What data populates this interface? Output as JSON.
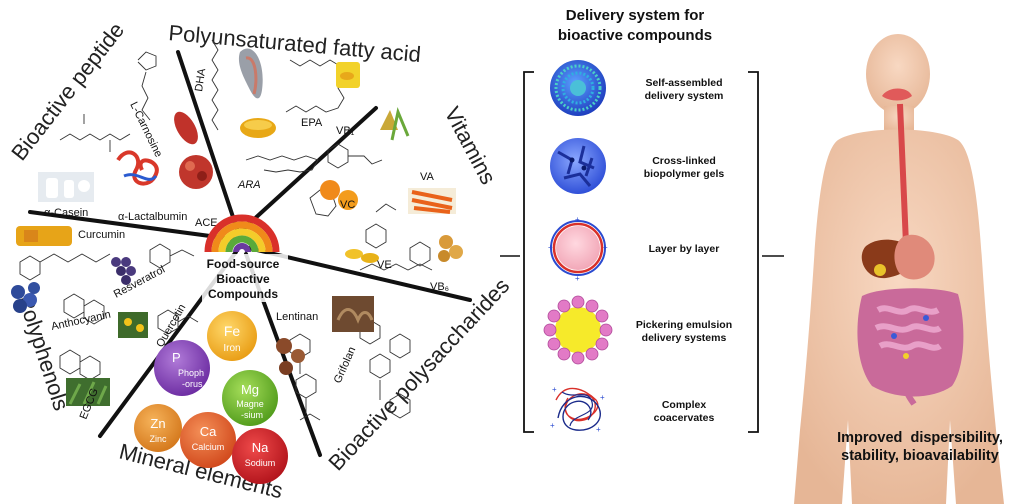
{
  "wheel": {
    "center": [
      "Food-source",
      "Bioactive",
      "Compounds"
    ],
    "segments": {
      "pufa": "Polyunsaturated fatty acid",
      "peptide": "Bioactive peptide",
      "vitamins": "Vitamins",
      "polyphenols": "Polyphenols",
      "polysaccharides": "Bioactive polysaccharides",
      "minerals": "Mineral elements"
    },
    "pufa_items": {
      "dha": "DHA",
      "epa": "EPA",
      "ara": "ARA"
    },
    "peptide_items": {
      "carnosine": "L-Carnosine",
      "casein": "α-Casein",
      "lactalbumin": "α-Lactalbumin",
      "ace": "ACE"
    },
    "vitamin_items": {
      "vb1": "VB₁",
      "va": "VA",
      "vc": "VC",
      "ve": "VE",
      "vb6": "VB₆"
    },
    "polyphenol_items": {
      "curcumin": "Curcumin",
      "resveratrol": "Resveratrol",
      "anthocyanin": "Anthocyanin",
      "quercetin": "Quercetin",
      "egcg": "EGCG"
    },
    "polysaccharide_items": {
      "lentinan": "Lentinan",
      "grifolan": "Grifolan"
    },
    "minerals": {
      "fe": {
        "symbol": "Fe",
        "name": "Iron"
      },
      "p": {
        "symbol": "P",
        "name1": "Phoph",
        "name2": "-orus"
      },
      "mg": {
        "symbol": "Mg",
        "name1": "Magne",
        "name2": "-sium"
      },
      "zn": {
        "symbol": "Zn",
        "name": "Zinc"
      },
      "ca": {
        "symbol": "Ca",
        "name": "Calcium"
      },
      "na": {
        "symbol": "Na",
        "name": "Sodium"
      }
    }
  },
  "delivery": {
    "title1": "Delivery system for",
    "title2": "bioactive compounds",
    "items": [
      {
        "line1": "Self-assembled",
        "line2": "delivery system"
      },
      {
        "line1": "Cross-linked",
        "line2": "biopolymer gels"
      },
      {
        "line1": "Layer by layer",
        "line2": ""
      },
      {
        "line1": "Pickering emulsion",
        "line2": "delivery systems"
      },
      {
        "line1": "Complex",
        "line2": "coacervates"
      }
    ]
  },
  "result": {
    "line1": "Improved  dispersibility,",
    "line2": "stability, bioavailability"
  }
}
